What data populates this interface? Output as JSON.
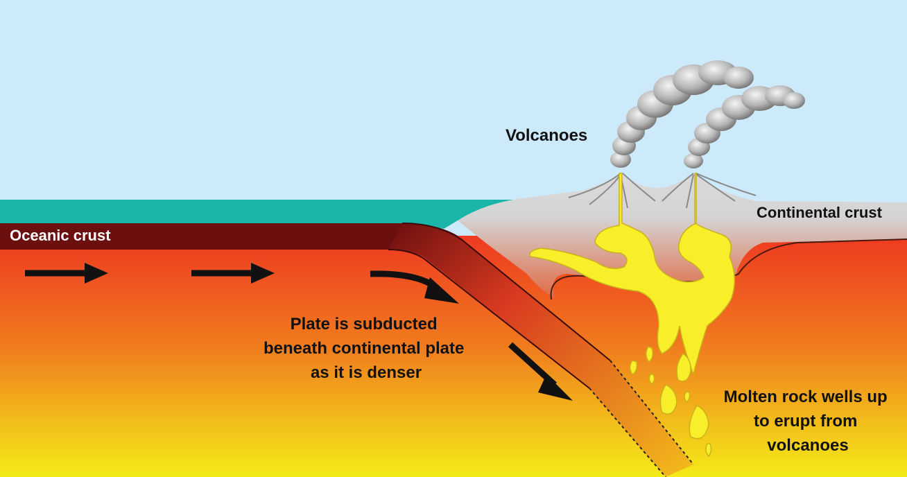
{
  "labels": {
    "volcanoes": "Volcanoes",
    "continental_crust": "Continental crust",
    "oceanic_crust": "Oceanic crust",
    "subduction": [
      "Plate is subducted",
      "beneath continental plate",
      "as it is denser"
    ],
    "molten_rock": [
      "Molten rock wells up",
      "to erupt from",
      "volcanoes"
    ]
  },
  "colors": {
    "sky": "#cdeafa",
    "ocean": "#18b5a8",
    "oceanic_crust": "#6b0f0f",
    "continental_crust": "#d8d8d8",
    "mantle_top": "#ee3a21",
    "mantle_bottom": "#f4e91a",
    "magma": "#f8ee2a",
    "arrows": "#111111",
    "smoke": "#9a9a9a"
  },
  "icons": [
    "flow-arrow",
    "smoke-plume",
    "magma-chamber",
    "magma-blob"
  ]
}
